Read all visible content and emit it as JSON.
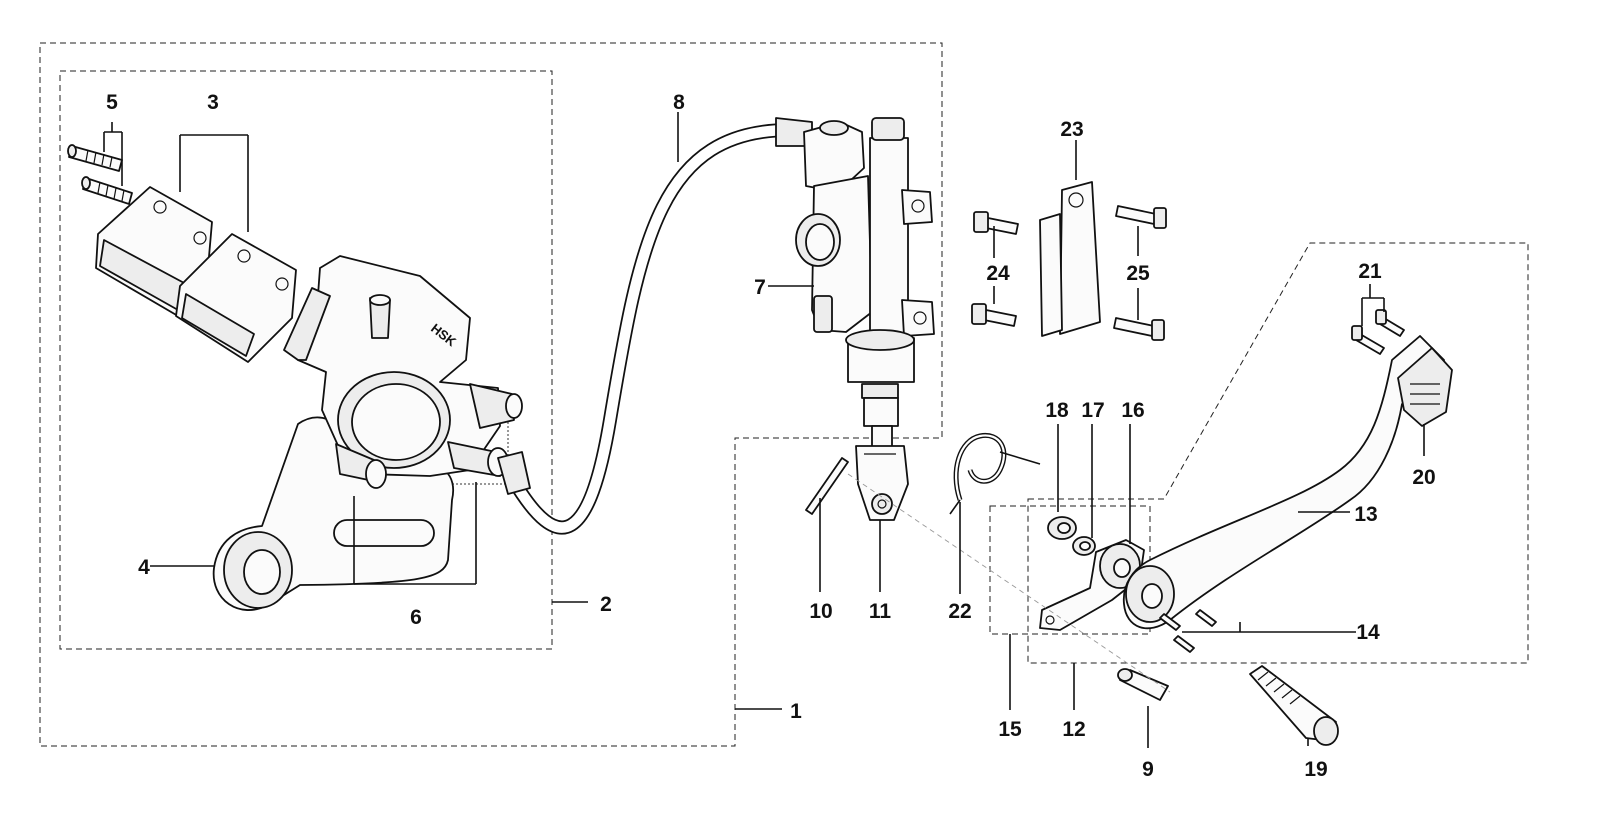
{
  "labels": {
    "l1": "1",
    "l2": "2",
    "l3": "3",
    "l4": "4",
    "l5": "5",
    "l6": "6",
    "l7": "7",
    "l8": "8",
    "l9": "9",
    "l10": "10",
    "l11": "11",
    "l12": "12",
    "l13": "13",
    "l14": "14",
    "l15": "15",
    "l16": "16",
    "l17": "17",
    "l18": "18",
    "l19": "19",
    "l20": "20",
    "l21": "21",
    "l22": "22",
    "l23": "23",
    "l24": "24",
    "l25": "25"
  },
  "caliper_marking": "HSK"
}
